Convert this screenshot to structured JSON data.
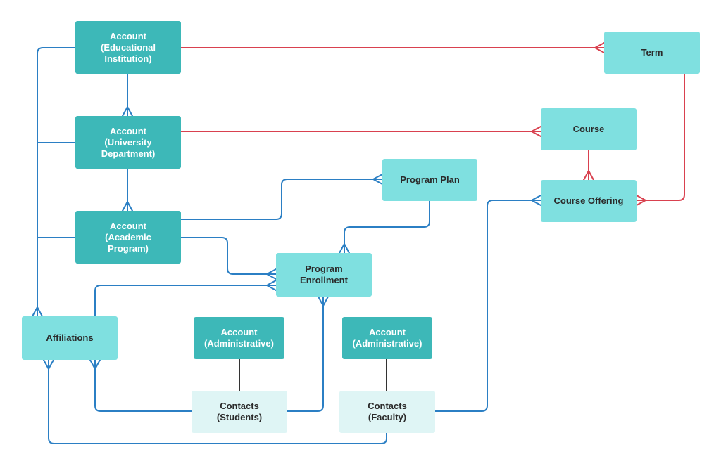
{
  "colors": {
    "dark_node": "#3db8b8",
    "mid_node": "#7fe0e0",
    "pale_node": "#dff5f5",
    "blue_edge": "#2b7fc4",
    "red_edge": "#d9414f",
    "black_edge": "#333333"
  },
  "nodes": {
    "account_edu": "Account\n(Educational\nInstitution)",
    "account_univ": "Account\n(University\nDepartment)",
    "account_acad": "Account\n(Academic\nProgram)",
    "term": "Term",
    "course": "Course",
    "course_offering": "Course Offering",
    "program_plan": "Program Plan",
    "program_enrollment": "Program\nEnrollment",
    "affiliations": "Affiliations",
    "account_admin_1": "Account\n(Administrative)",
    "account_admin_2": "Account\n(Administrative)",
    "contacts_students": "Contacts\n(Students)",
    "contacts_faculty": "Contacts\n(Faculty)"
  }
}
